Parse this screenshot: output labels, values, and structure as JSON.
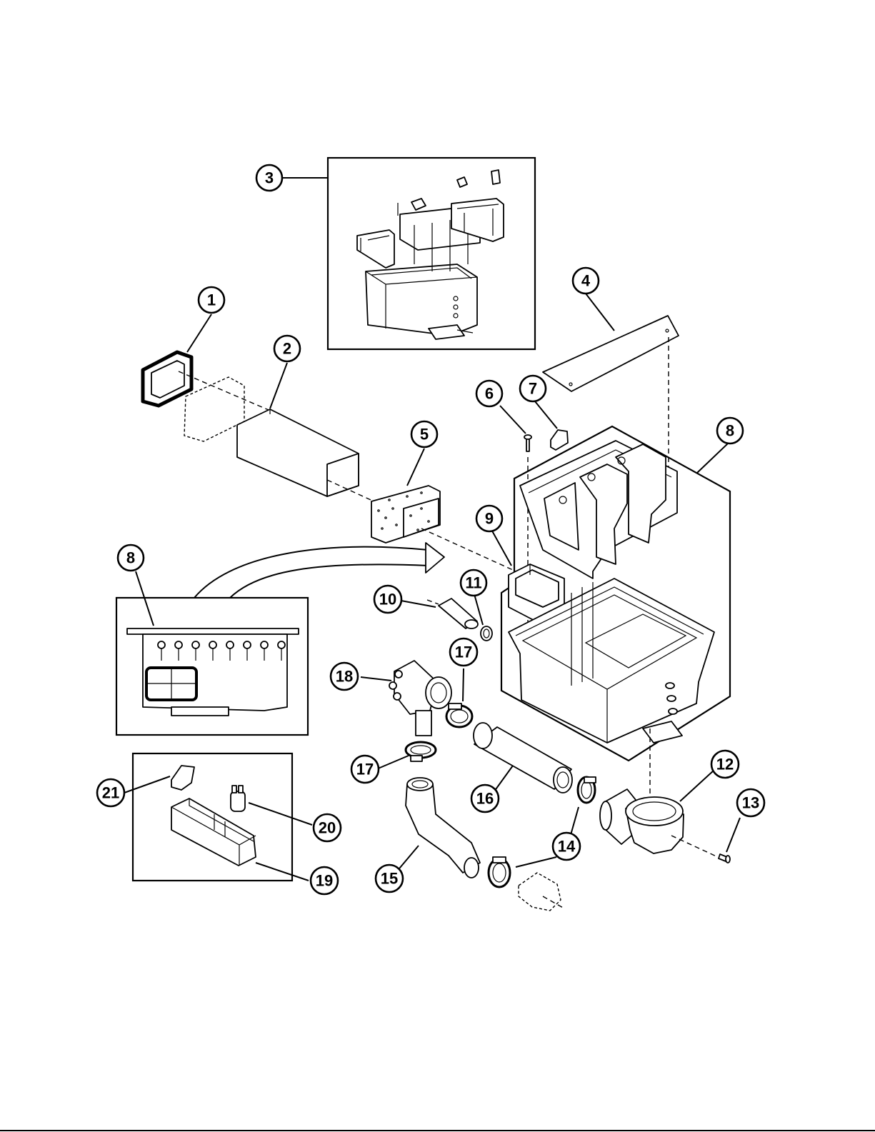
{
  "callouts": [
    {
      "id": "c1",
      "label": "1"
    },
    {
      "id": "c2",
      "label": "2"
    },
    {
      "id": "c3",
      "label": "3"
    },
    {
      "id": "c4",
      "label": "4"
    },
    {
      "id": "c5",
      "label": "5"
    },
    {
      "id": "c6",
      "label": "6"
    },
    {
      "id": "c7",
      "label": "7"
    },
    {
      "id": "c8a",
      "label": "8"
    },
    {
      "id": "c8b",
      "label": "8"
    },
    {
      "id": "c9",
      "label": "9"
    },
    {
      "id": "c10",
      "label": "10"
    },
    {
      "id": "c11",
      "label": "11"
    },
    {
      "id": "c12",
      "label": "12"
    },
    {
      "id": "c13",
      "label": "13"
    },
    {
      "id": "c14",
      "label": "14"
    },
    {
      "id": "c15",
      "label": "15"
    },
    {
      "id": "c16",
      "label": "16"
    },
    {
      "id": "c17a",
      "label": "17"
    },
    {
      "id": "c17b",
      "label": "17"
    },
    {
      "id": "c18",
      "label": "18"
    },
    {
      "id": "c19",
      "label": "19"
    },
    {
      "id": "c20",
      "label": "20"
    },
    {
      "id": "c21",
      "label": "21"
    }
  ]
}
